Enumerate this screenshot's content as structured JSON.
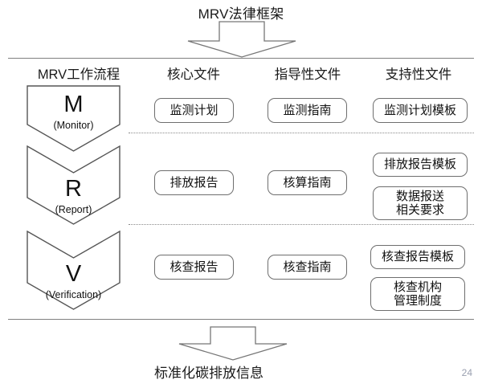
{
  "slide": {
    "top_title": "MRV法律框架",
    "bottom_title": "标准化碳排放信息",
    "page_number": "24",
    "accent_line_color": "#808080",
    "box_border_color": "#6e6e6e",
    "text_color": "#1a1a1a",
    "page_number_color": "#9aa0b0"
  },
  "columns": [
    {
      "label": "MRV工作流程"
    },
    {
      "label": "核心文件"
    },
    {
      "label": "指导性文件"
    },
    {
      "label": "支持性文件"
    }
  ],
  "stages": [
    {
      "letter": "M",
      "sub": "(Monitor)",
      "core": [
        "监测计划"
      ],
      "guidance": [
        "监测指南"
      ],
      "support": [
        "监测计划模板"
      ]
    },
    {
      "letter": "R",
      "sub": "(Report)",
      "core": [
        "排放报告"
      ],
      "guidance": [
        "核算指南"
      ],
      "support": [
        "排放报告模板",
        "数据报送\n相关要求"
      ]
    },
    {
      "letter": "V",
      "sub": "(Verification)",
      "core": [
        "核查报告"
      ],
      "guidance": [
        "核查指南"
      ],
      "support": [
        "核查报告模板",
        "核查机构\n管理制度"
      ]
    }
  ],
  "arrows": {
    "top": "down-arrow",
    "bottom": "down-arrow"
  }
}
